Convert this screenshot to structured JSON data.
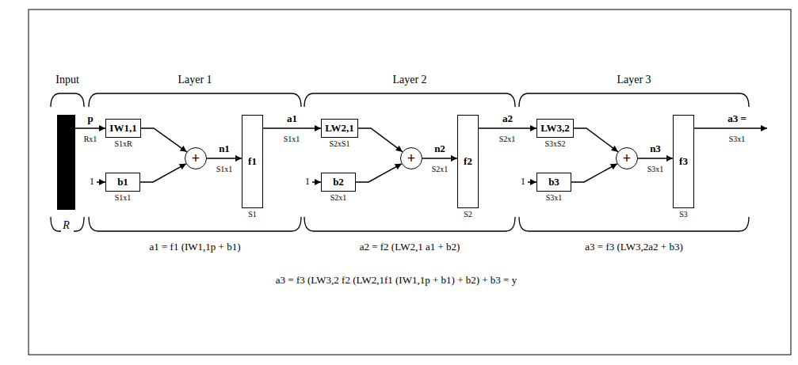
{
  "diagram": {
    "nodes": [
      {
        "text": [
          "R"
        ]
      },
      {
        "text": [
          "IW1,1",
          "S1xR"
        ]
      },
      {
        "text": [
          "b1",
          "S1x1"
        ]
      },
      {
        "text": [
          "+"
        ]
      },
      {
        "text": [
          "f1",
          "S1"
        ]
      },
      {
        "text": [
          "LW2,1",
          "S2xS1"
        ]
      },
      {
        "text": [
          "b2",
          "S2x1"
        ]
      },
      {
        "text": [
          "+"
        ]
      },
      {
        "text": [
          "f2",
          "S2"
        ]
      },
      {
        "text": [
          "LW3,2",
          "S3xS2"
        ]
      },
      {
        "text": [
          "b3",
          "S3x1"
        ]
      },
      {
        "text": [
          "+"
        ]
      },
      {
        "text": [
          "f3",
          "S3"
        ]
      }
    ],
    "edges": [
      {
        "from": 0,
        "to": 1,
        "arrow": "to",
        "label": "p"
      },
      {
        "from": 1,
        "to": 3,
        "arrow": "to"
      },
      {
        "from": 2,
        "to": 3,
        "arrow": "to"
      },
      {
        "from": 3,
        "to": 4,
        "arrow": "to",
        "label": "n1"
      },
      {
        "from": 4,
        "to": 5,
        "arrow": "to",
        "label": "a1"
      },
      {
        "from": 5,
        "to": 7,
        "arrow": "to"
      },
      {
        "from": 6,
        "to": 7,
        "arrow": "to"
      },
      {
        "from": 7,
        "to": 8,
        "arrow": "to",
        "label": "n2"
      },
      {
        "from": 8,
        "to": 9,
        "arrow": "to",
        "label": "a2"
      },
      {
        "from": 9,
        "to": 11,
        "arrow": "to"
      },
      {
        "from": 10,
        "to": 11,
        "arrow": "to"
      },
      {
        "from": 11,
        "to": 12,
        "arrow": "to",
        "label": "n3"
      }
    ],
    "labels": [
      "Input",
      "Layer 1",
      "Layer 2",
      "Layer 3",
      "Rx1",
      "1",
      "S1x1",
      "S1x1",
      "1",
      "S2x1",
      "S2x1",
      "1",
      "S3x1",
      "a3 =",
      "S3x1",
      "a1 = f1 (IW1,1p + b1)",
      "a2 = f2 (LW2,1 a1 + b2)",
      "a3 = f3 (LW3,2a2 + b3)",
      "a3 = f3 (LW3,2 f2 (LW2,1f1 (IW1,1p + b1) + b2) + b3 = y"
    ]
  }
}
